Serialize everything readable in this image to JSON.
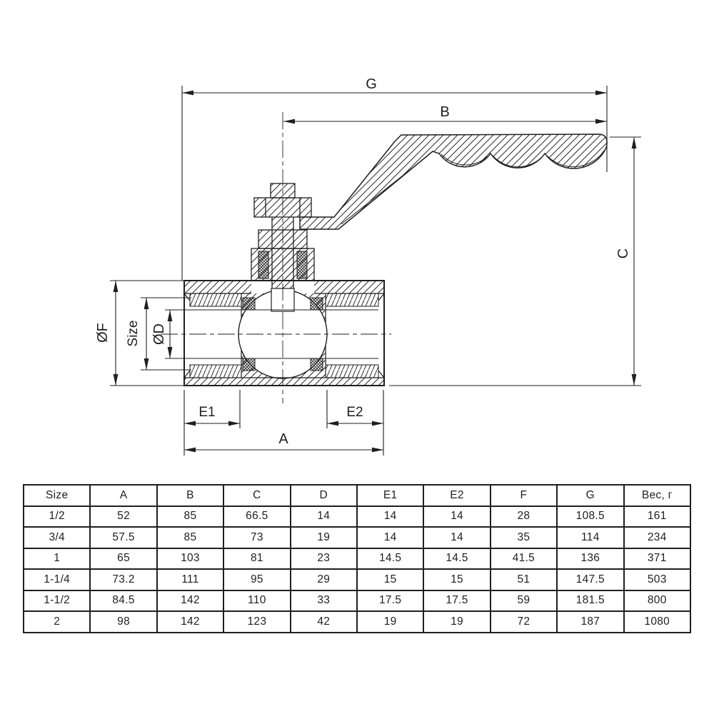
{
  "drawing": {
    "dim_labels": {
      "g": "G",
      "b": "B",
      "c": "C",
      "a": "A",
      "e1": "E1",
      "e2": "E2",
      "f": "ØF",
      "size": "Size",
      "d": "ØD"
    }
  },
  "table": {
    "columns": [
      "Size",
      "A",
      "B",
      "C",
      "D",
      "E1",
      "E2",
      "F",
      "G",
      "Вес, г"
    ],
    "rows": [
      [
        "1/2",
        "52",
        "85",
        "66.5",
        "14",
        "14",
        "14",
        "28",
        "108.5",
        "161"
      ],
      [
        "3/4",
        "57.5",
        "85",
        "73",
        "19",
        "14",
        "14",
        "35",
        "114",
        "234"
      ],
      [
        "1",
        "65",
        "103",
        "81",
        "23",
        "14.5",
        "14.5",
        "41.5",
        "136",
        "371"
      ],
      [
        "1-1/4",
        "73.2",
        "111",
        "95",
        "29",
        "15",
        "15",
        "51",
        "147.5",
        "503"
      ],
      [
        "1-1/2",
        "84.5",
        "142",
        "110",
        "33",
        "17.5",
        "17.5",
        "59",
        "181.5",
        "800"
      ],
      [
        "2",
        "98",
        "142",
        "123",
        "42",
        "19",
        "19",
        "72",
        "187",
        "1080"
      ]
    ]
  },
  "colors": {
    "line": "#1f1f1f",
    "background": "#ffffff"
  }
}
